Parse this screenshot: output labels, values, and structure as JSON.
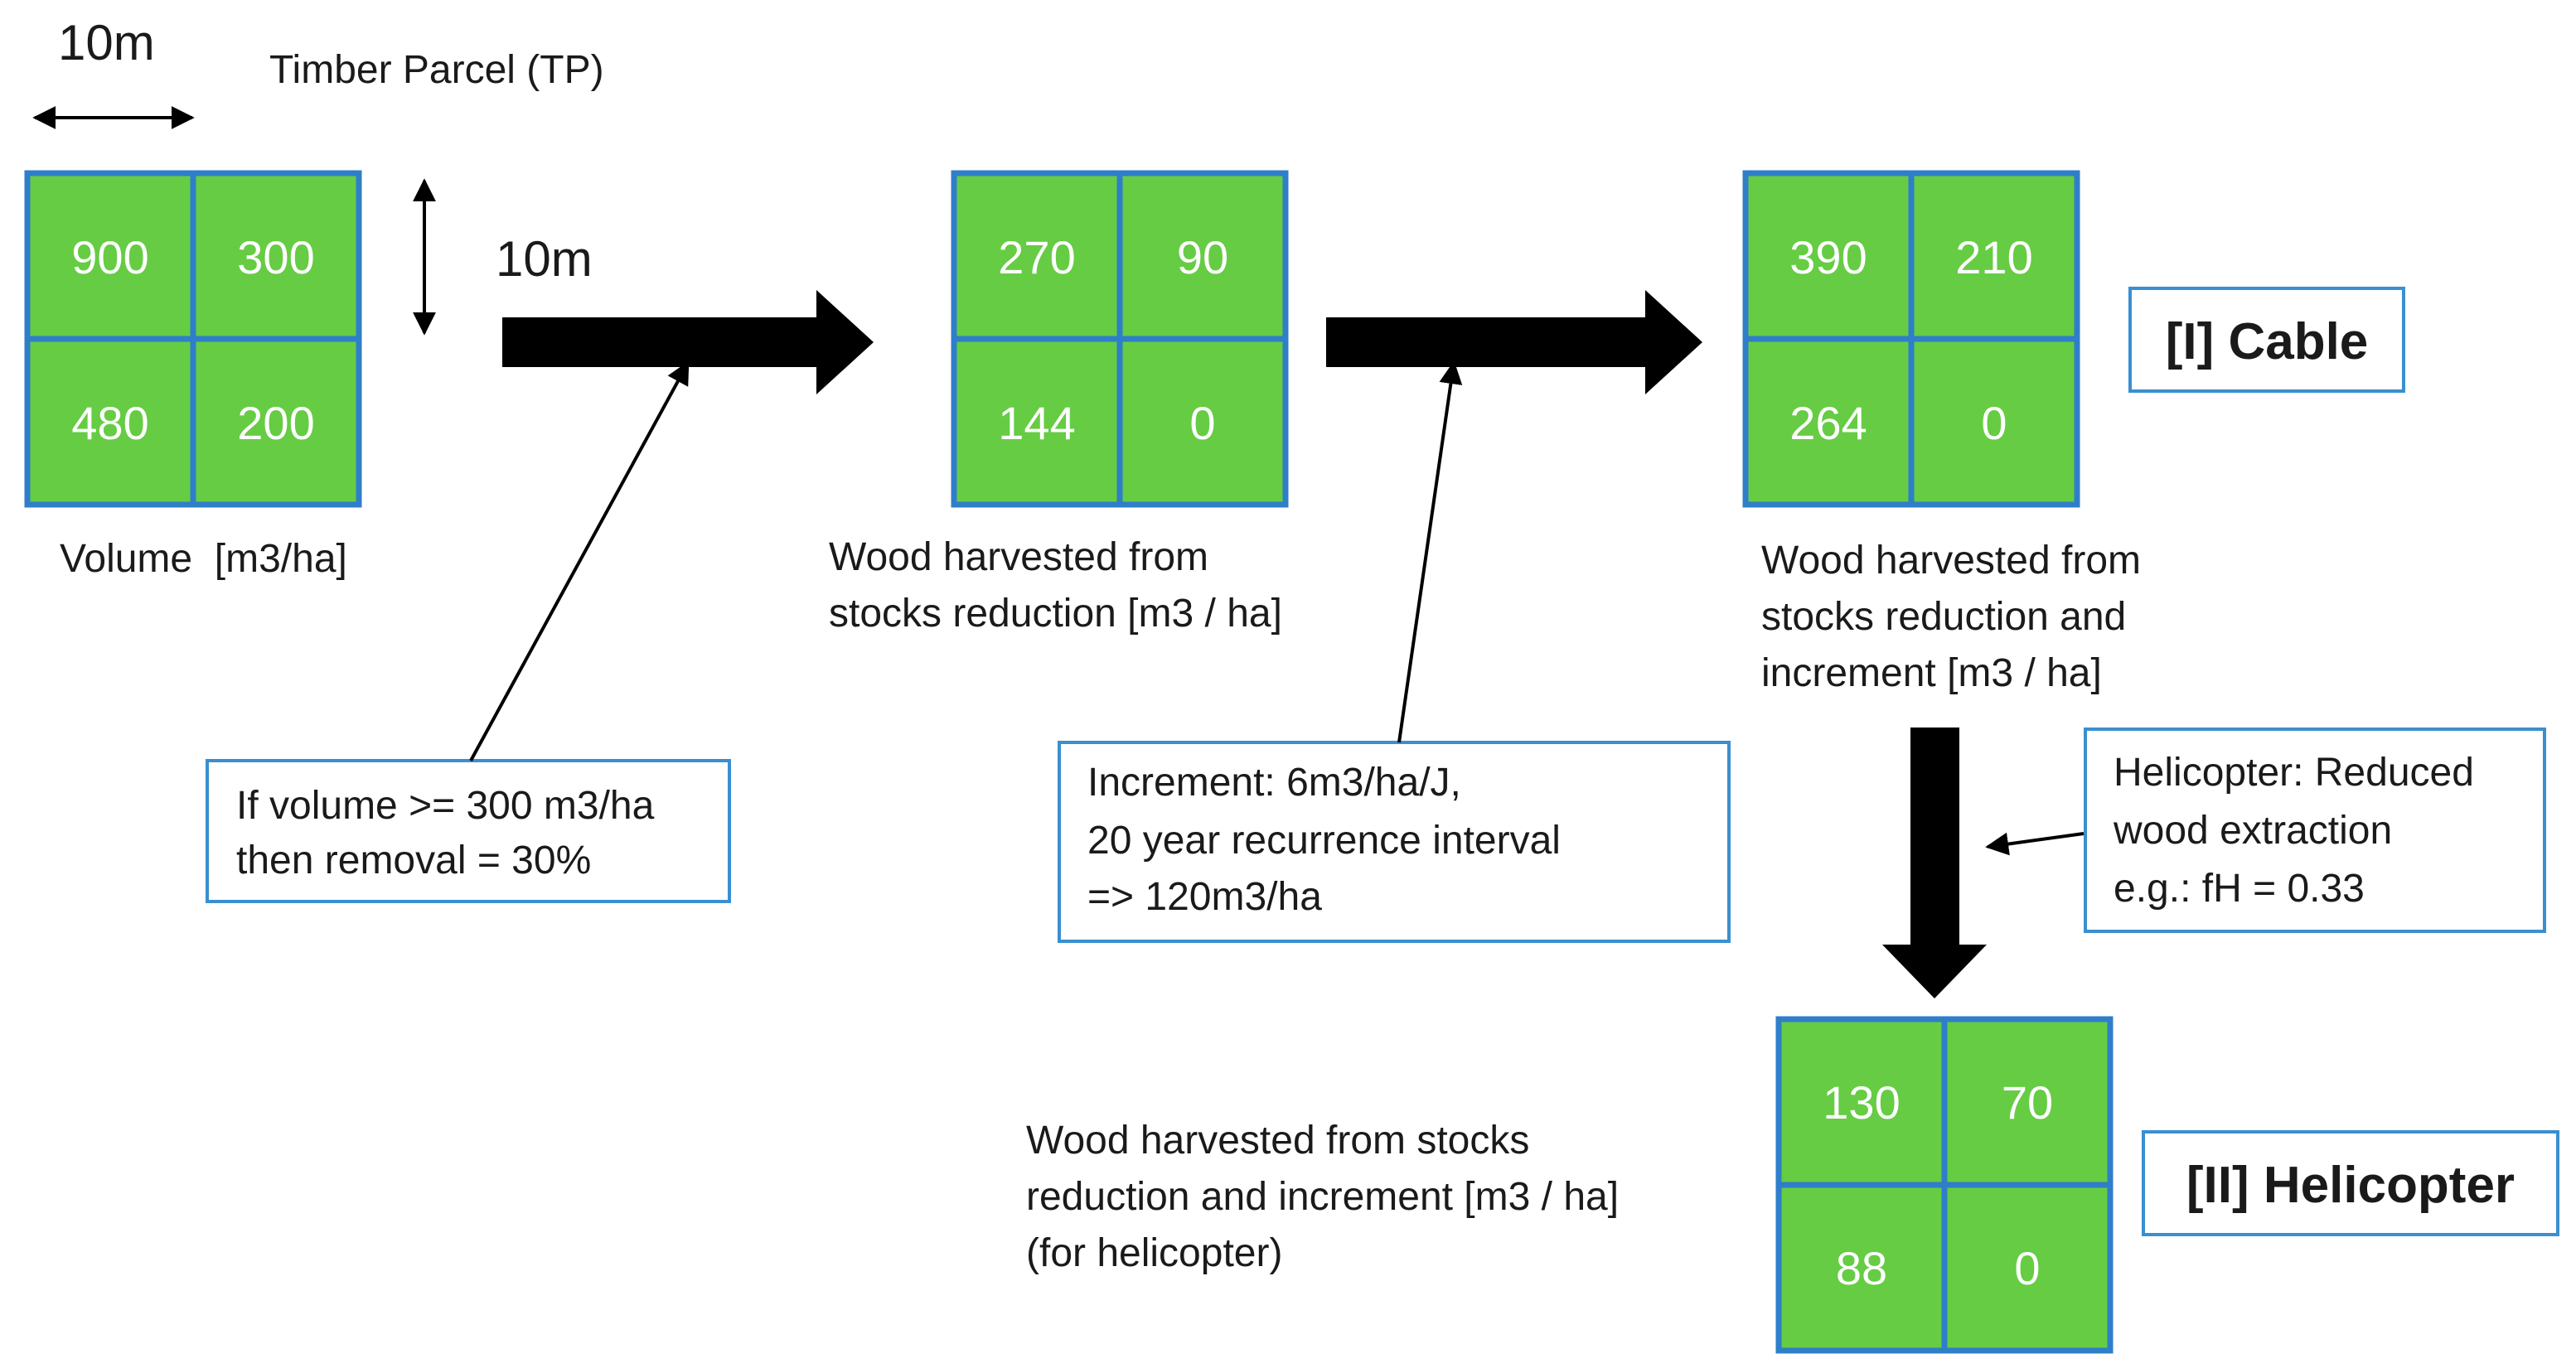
{
  "dimensions": {
    "width_label": "10m",
    "height_label": "10m"
  },
  "parcel_label": "Timber Parcel (TP)",
  "colors": {
    "cell_fill": "#66cc44",
    "cell_border": "#2f7ec9",
    "box_border": "#3a8fd0",
    "arrow": "#000000"
  },
  "grids": {
    "volume": {
      "cells": [
        "900",
        "300",
        "480",
        "200"
      ],
      "caption": [
        "Volume  [m3/ha]"
      ]
    },
    "stocks": {
      "cells": [
        "270",
        "90",
        "144",
        "0"
      ],
      "caption": [
        "Wood harvested from",
        "stocks reduction [m3 / ha]"
      ]
    },
    "cable": {
      "cells": [
        "390",
        "210",
        "264",
        "0"
      ],
      "caption": [
        "Wood harvested from",
        "stocks reduction and",
        "increment [m3 / ha]"
      ]
    },
    "helicopter": {
      "cells": [
        "130",
        "70",
        "88",
        "0"
      ],
      "caption": [
        "Wood harvested from stocks",
        "reduction and increment [m3 / ha]",
        "(for helicopter)"
      ]
    }
  },
  "notes": {
    "removal": [
      "If volume >= 300 m3/ha",
      "then removal = 30%"
    ],
    "increment": [
      "Increment: 6m3/ha/J,",
      "20 year recurrence interval",
      "=> 120m3/ha"
    ],
    "helicopter_factor": [
      "Helicopter: Reduced",
      "wood extraction",
      "e.g.: fH = 0.33"
    ]
  },
  "methods": {
    "cable": "[I] Cable",
    "helicopter": "[II] Helicopter"
  }
}
